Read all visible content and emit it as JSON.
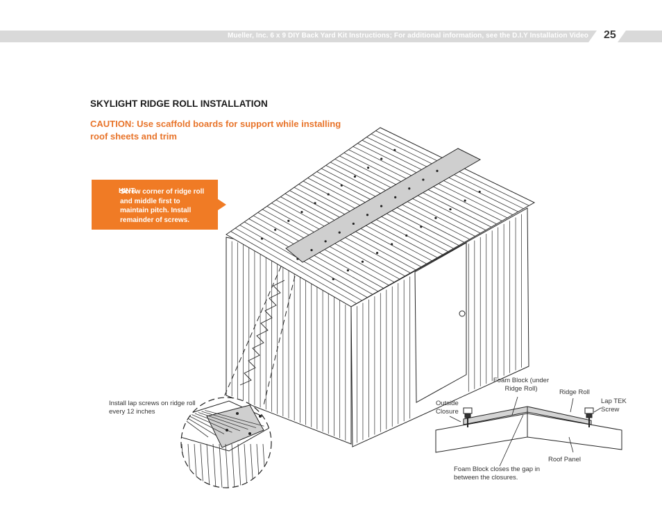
{
  "header": {
    "title": "Mueller, Inc. 6 x 9 DIY Back Yard Kit Instructions; For additional information, see the D.I.Y Installation Video",
    "page_number": "25"
  },
  "section": {
    "title": "SKYLIGHT RIDGE ROLL INSTALLATION",
    "caution": "CAUTION: Use scaffold boards for support while installing roof sheets and trim"
  },
  "hint": {
    "label": "HINT:",
    "text": "Screw corner of ridge roll and middle first to maintain pitch. Install remainder of screws."
  },
  "callouts": {
    "lap_screws": "Install lap screws on ridge roll every 12 inches",
    "foam_block_top": "Foam Block (under Ridge Roll)",
    "ridge_roll": "Ridge Roll",
    "outside_closure": "Outside Closure",
    "lap_tek_screw": "Lap TEK Screw",
    "roof_panel": "Roof Panel",
    "foam_block_bottom": "Foam Block closes the gap in between the closures."
  },
  "colors": {
    "accent_orange": "#f07b25",
    "header_gray": "#d9d9d9",
    "ridge_gray": "#cfcfcf"
  }
}
